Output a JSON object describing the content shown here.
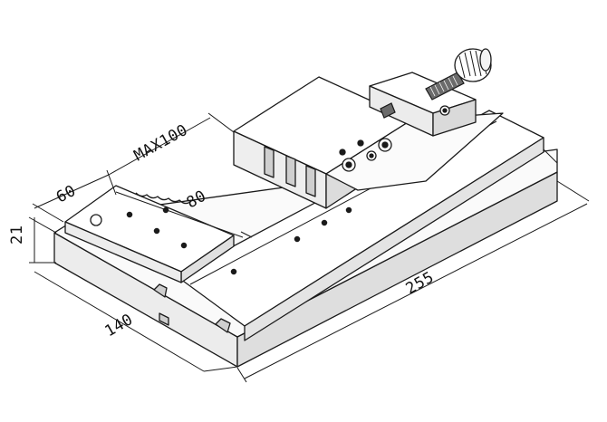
{
  "dimensions": {
    "max_travel": "MAX100",
    "jaw_offset": "60",
    "jaw_width": "80",
    "height": "21",
    "width": "140",
    "length": "255"
  },
  "colors": {
    "line": "#1a1a1a",
    "face_light": "#ffffff",
    "face_mid": "#f2f2f2",
    "face_dark": "#d9d9d9",
    "knob": "#6b6b6b"
  }
}
